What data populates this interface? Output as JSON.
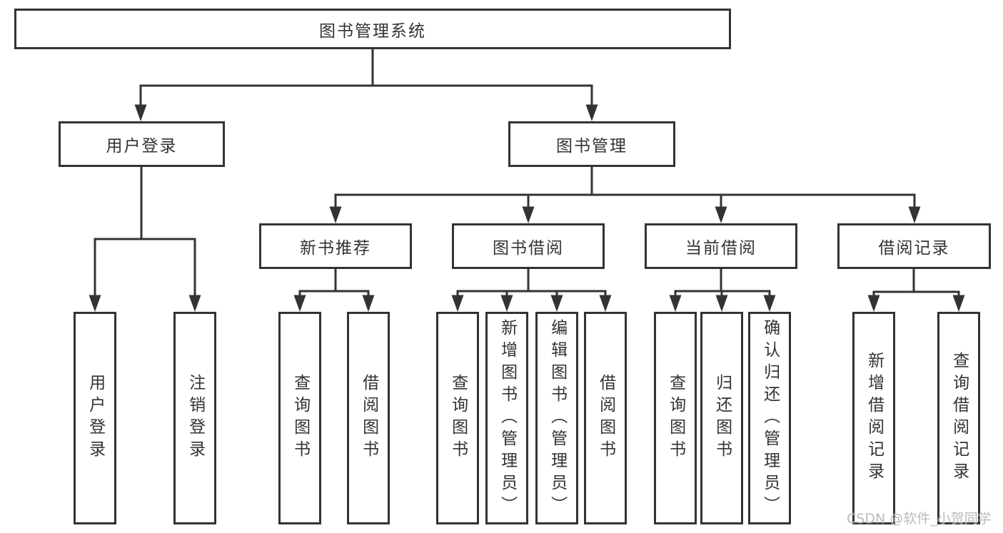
{
  "watermark": "CSDN @软件_小贺同学",
  "colors": {
    "line": "#333333",
    "text": "#333333",
    "background": "#ffffff",
    "watermark": "#b4b4b4"
  },
  "tree": {
    "label": "图书管理系统",
    "children": [
      {
        "label": "用户登录",
        "children": [
          {
            "label": "用户登录"
          },
          {
            "label": "注销登录"
          }
        ]
      },
      {
        "label": "图书管理",
        "children": [
          {
            "label": "新书推荐",
            "children": [
              {
                "label": "查询图书"
              },
              {
                "label": "借阅图书"
              }
            ]
          },
          {
            "label": "图书借阅",
            "children": [
              {
                "label": "查询图书"
              },
              {
                "label": "新增图书（管理员）"
              },
              {
                "label": "编辑图书（管理员）"
              },
              {
                "label": "借阅图书"
              }
            ]
          },
          {
            "label": "当前借阅",
            "children": [
              {
                "label": "查询图书"
              },
              {
                "label": "归还图书"
              },
              {
                "label": "确认归还（管理员）"
              }
            ]
          },
          {
            "label": "借阅记录",
            "children": [
              {
                "label": "新增借阅记录"
              },
              {
                "label": "查询借阅记录"
              }
            ]
          }
        ]
      }
    ]
  }
}
